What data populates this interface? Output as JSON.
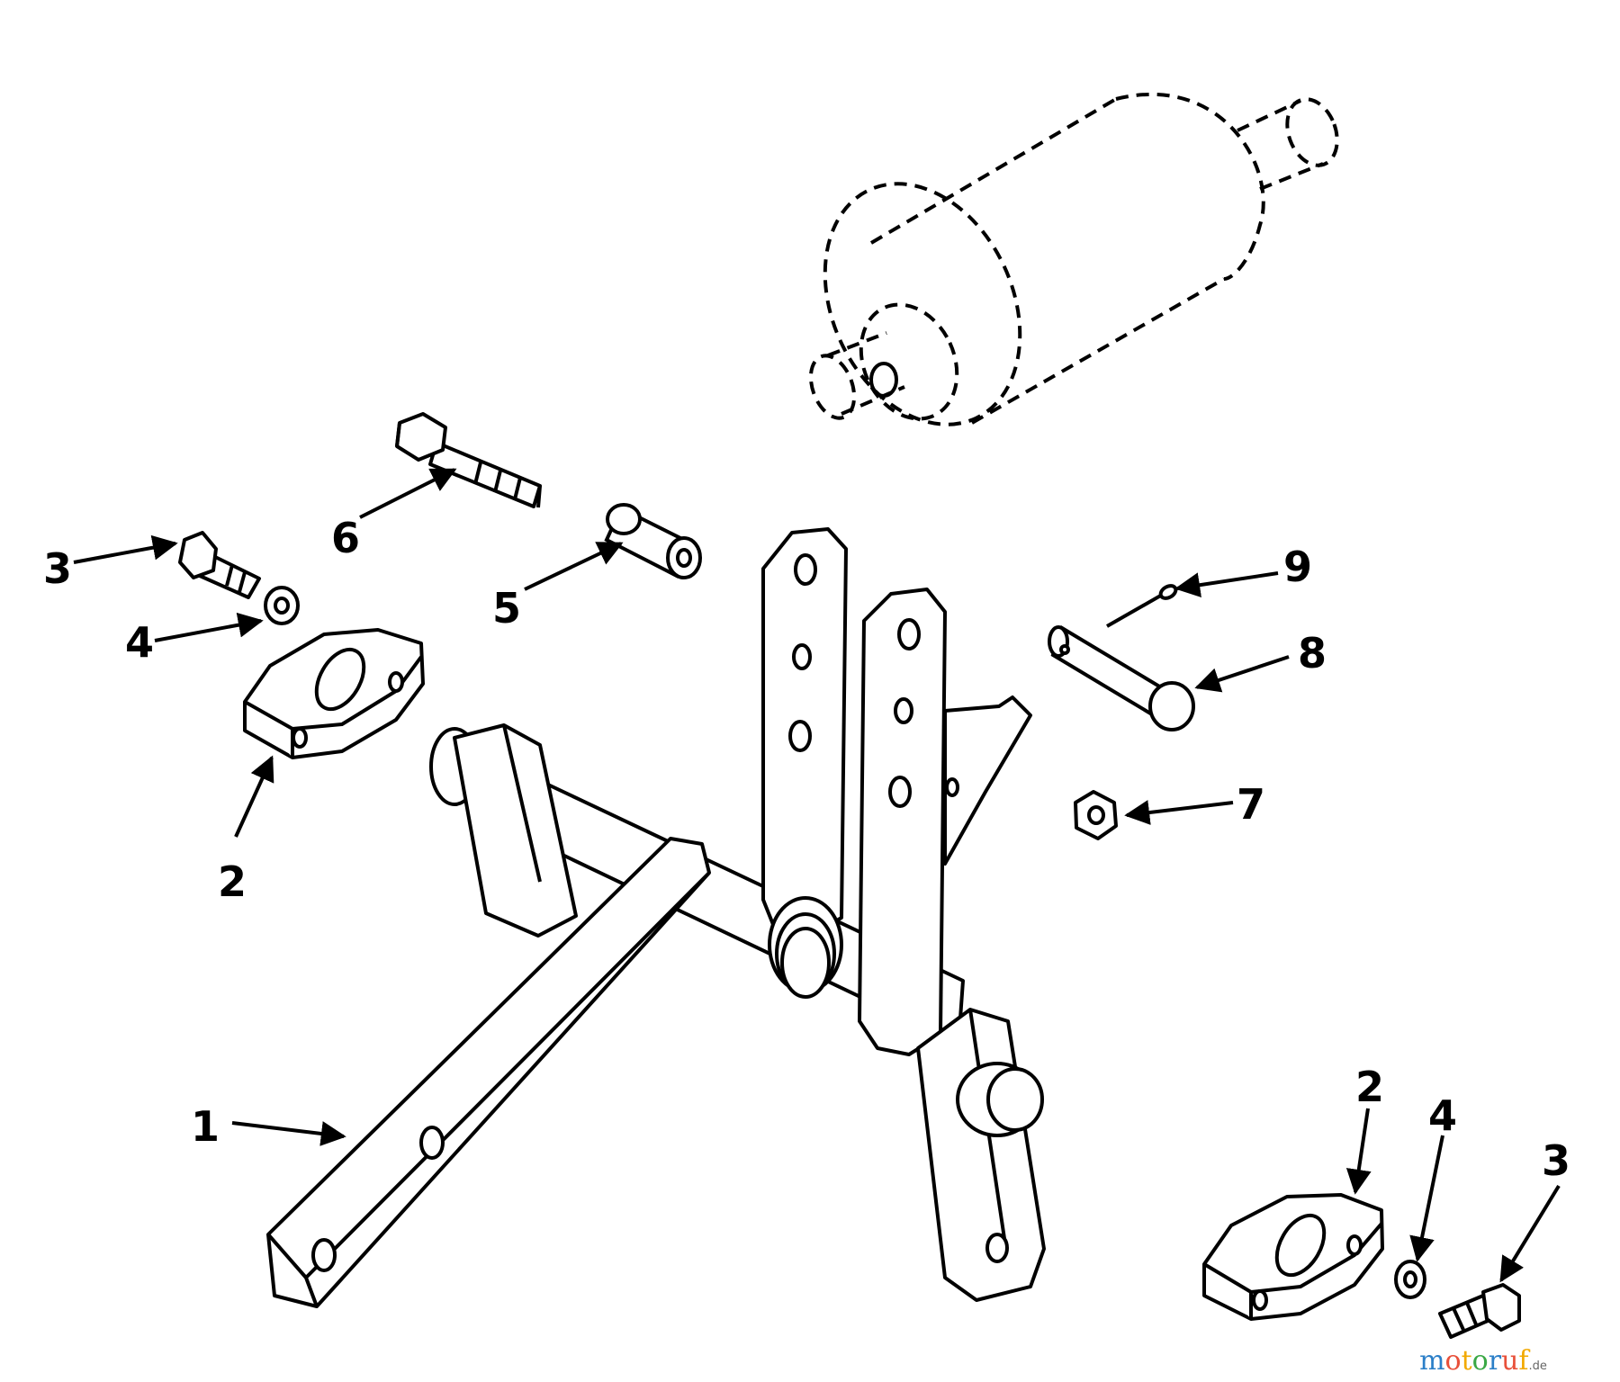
{
  "callouts": {
    "c1": "1",
    "c2_left": "2",
    "c2_right": "2",
    "c3_left": "3",
    "c3_right": "3",
    "c4_left": "4",
    "c4_right": "4",
    "c5": "5",
    "c6": "6",
    "c7": "7",
    "c8": "8",
    "c9": "9"
  },
  "watermark": {
    "main": "motoruf",
    "suffix": ".de",
    "colors": [
      "#2b7fc8",
      "#e8503a",
      "#f2a900",
      "#3aa845"
    ]
  }
}
